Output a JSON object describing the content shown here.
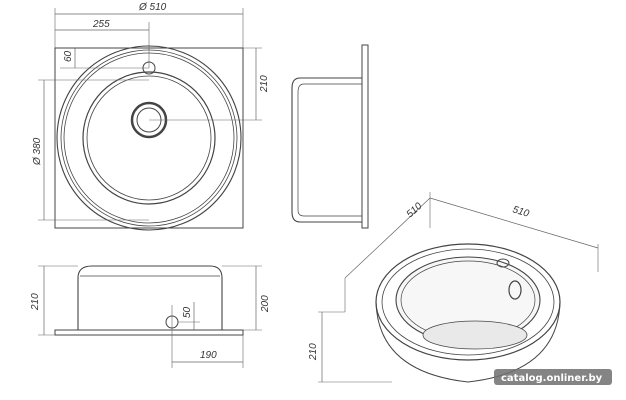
{
  "colors": {
    "line": "#444444",
    "thin": "#666666",
    "basin_fill": "#f2f2f2",
    "watermark_bg": "#6f6f6f",
    "watermark_text": "#ffffff"
  },
  "top_view": {
    "width_label": "Ø 510",
    "center_offset_label": "255",
    "tap_hole_offset_label": "60",
    "bowl_depth_label": "210",
    "bowl_diameter_label": "Ø 380"
  },
  "front_view": {
    "height_label": "210",
    "bowl_height_label": "200",
    "drain_height_label": "50",
    "drain_offset_label": "190"
  },
  "iso_view": {
    "width_left_label": "510",
    "width_right_label": "510",
    "height_label": "210"
  },
  "watermark": {
    "text": "catalog.onliner.by"
  }
}
